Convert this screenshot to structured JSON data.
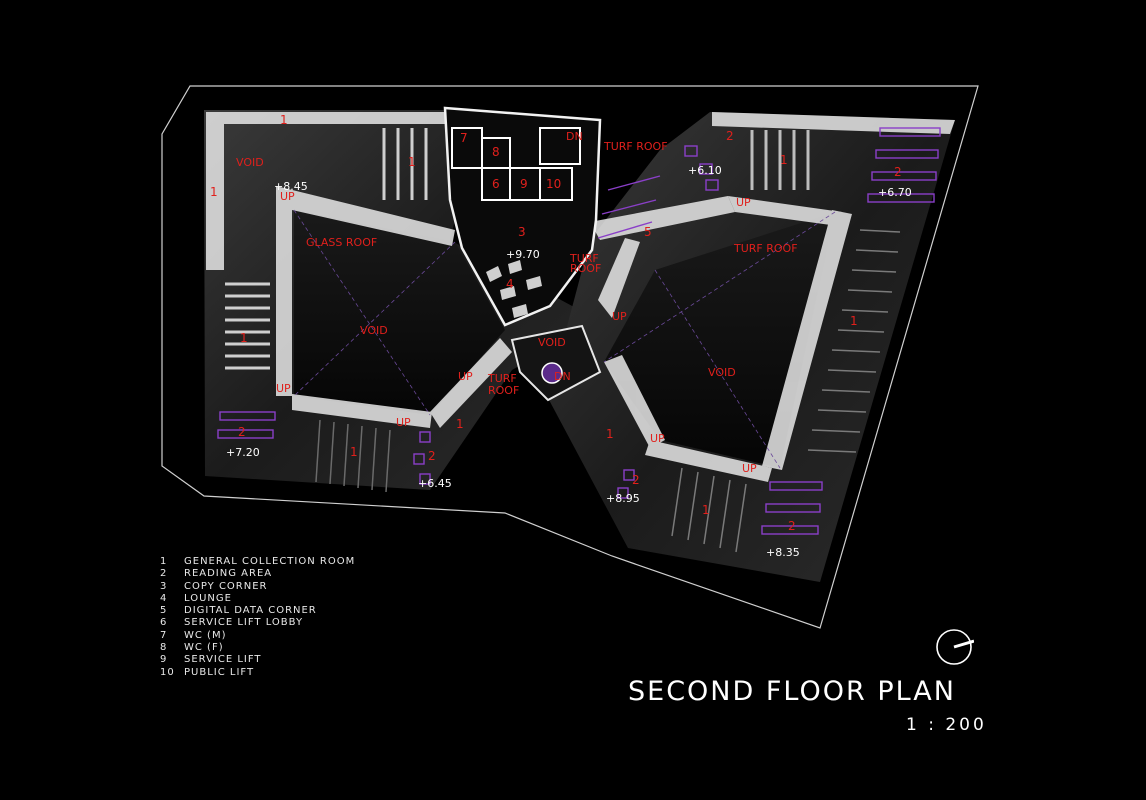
{
  "title": "SECOND FLOOR PLAN",
  "scale": "1 : 200",
  "legend": [
    {
      "num": "1",
      "label": "GENERAL COLLECTION ROOM"
    },
    {
      "num": "2",
      "label": "READING AREA"
    },
    {
      "num": "3",
      "label": "COPY CORNER"
    },
    {
      "num": "4",
      "label": "LOUNGE"
    },
    {
      "num": "5",
      "label": "DIGITAL DATA CORNER"
    },
    {
      "num": "6",
      "label": "SERVICE LIFT LOBBY"
    },
    {
      "num": "7",
      "label": "WC (M)"
    },
    {
      "num": "8",
      "label": "WC (F)"
    },
    {
      "num": "9",
      "label": "SERVICE LIFT"
    },
    {
      "num": "10",
      "label": "PUBLIC LIFT"
    }
  ],
  "zone_labels": {
    "void": "VOID",
    "glass_roof": "GLASS ROOF",
    "turf_roof": "TURF ROOF",
    "turf_roof_line1": "TURF",
    "turf_roof_line2": "ROOF",
    "up": "UP",
    "dn": "DN"
  },
  "levels": {
    "l1": "+8.45",
    "l2": "+9.70",
    "l3": "+6.10",
    "l4": "+6.70",
    "l5": "+7.20",
    "l6": "+6.45",
    "l7": "+8.95",
    "l8": "+8.35"
  },
  "room_numbers": {
    "n1": "1",
    "n2": "2",
    "n3": "3",
    "n4": "4",
    "n5": "5",
    "n6": "6",
    "n7": "7",
    "n8": "8",
    "n9": "9",
    "n10": "10"
  },
  "colors": {
    "background": "#000000",
    "outline": "#e6e6e6",
    "label_red": "#e0201c",
    "furniture_purple": "#8a3fc8",
    "text_white": "#ffffff"
  }
}
